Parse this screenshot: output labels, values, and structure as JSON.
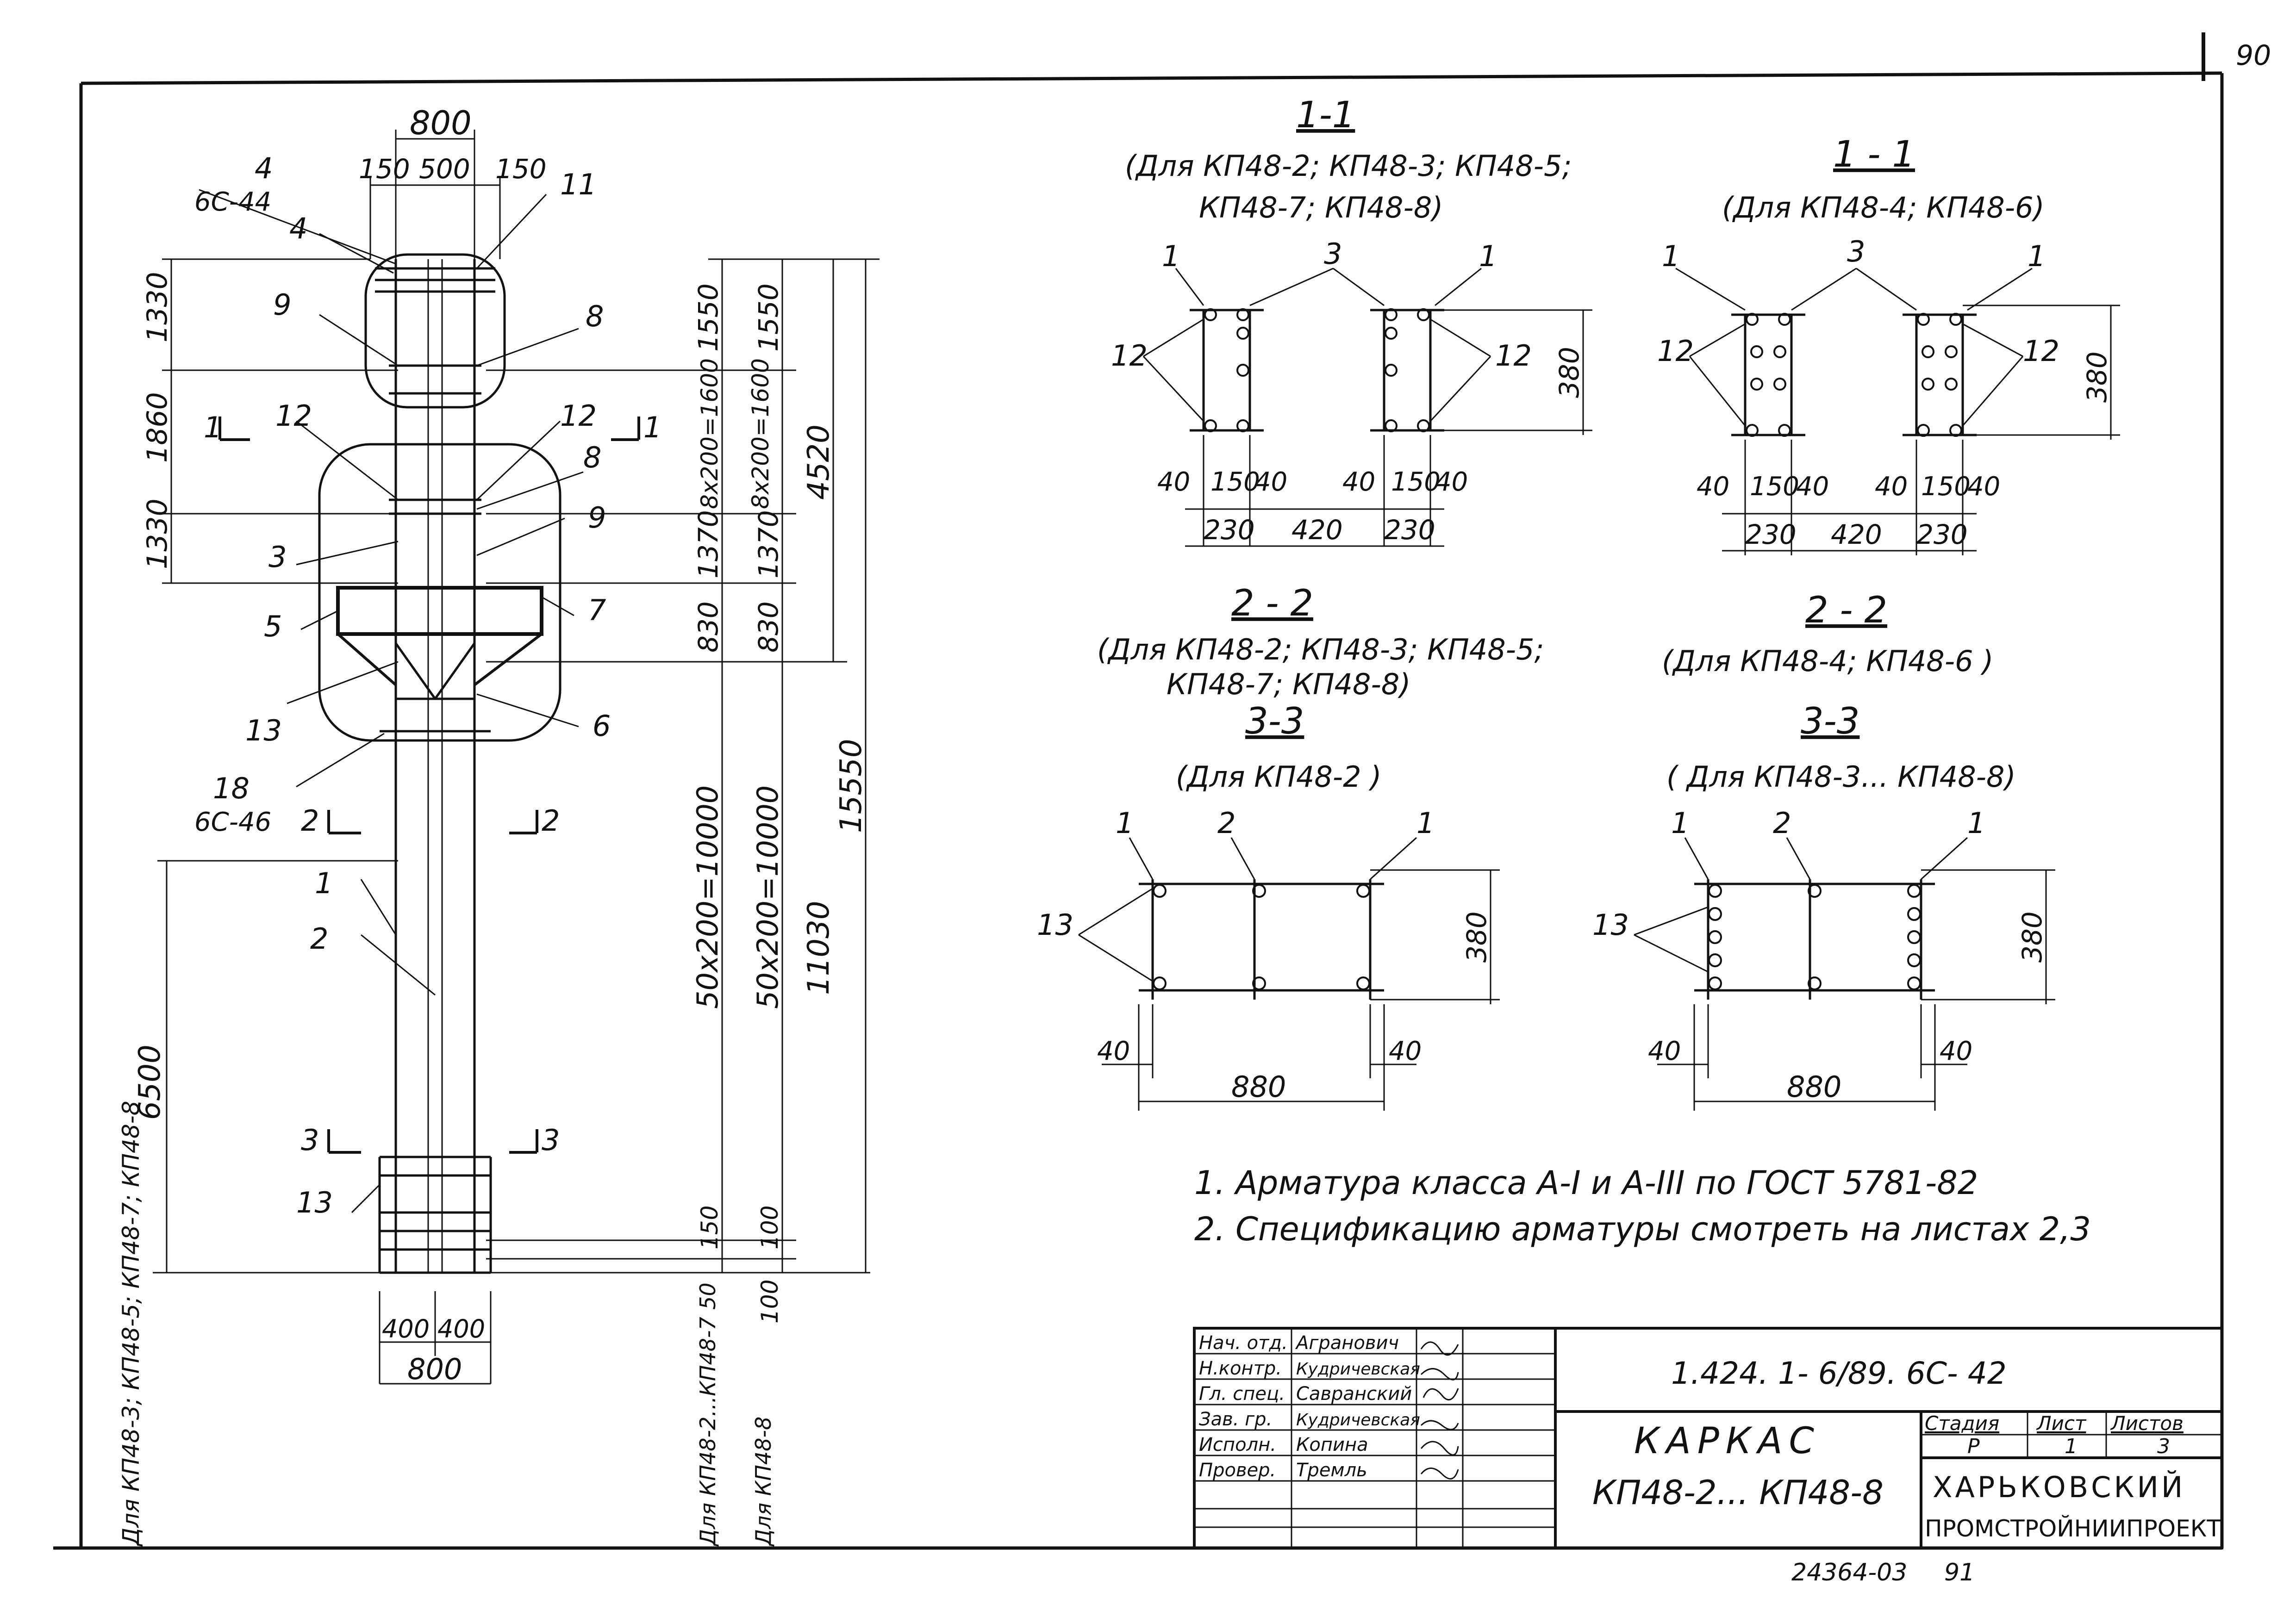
{
  "sheet_no": "90",
  "stamp_no": "24364-03",
  "stamp_page": "91",
  "elevation": {
    "top_width": "800",
    "top_parts": [
      "150",
      "500",
      "150"
    ],
    "left_dims": [
      "1330",
      "1860",
      "1330",
      "6500"
    ],
    "mid_dims": [
      "1550",
      "8x200=1600",
      "1370",
      "830",
      "50x200=10000",
      "150"
    ],
    "mid2_dims": [
      "1550",
      "8x200=1600",
      "1370",
      "830",
      "50x200=10000",
      "100",
      "100"
    ],
    "right_dims": [
      "4520",
      "11030",
      "15550"
    ],
    "bottom_parts": [
      "400",
      "400"
    ],
    "bottom_width": "800",
    "callouts": [
      "4",
      "6С-44",
      "4",
      "11",
      "9",
      "8",
      "12",
      "12",
      "8",
      "9",
      "3",
      "5",
      "7",
      "13",
      "6",
      "18",
      "6С-46",
      "1",
      "2",
      "13"
    ],
    "section_marks": [
      "1",
      "1",
      "2",
      "2",
      "3",
      "3"
    ],
    "left_note": "Для КП48-3; КП48-5; КП48-7; КП48-8",
    "mid_note": "Для КП48-2...КП48-7",
    "mid_note2": "50",
    "right_note": "Для КП48-8"
  },
  "sections": {
    "s11a_title": "1-1",
    "s11a_sub1": "(Для КП48-2; КП48-3; КП48-5;",
    "s11a_sub2": "КП48-7; КП48-8)",
    "s11b_title": "1 - 1",
    "s11b_sub": "(Для КП48-4; КП48-6)",
    "s22a_title": "2 - 2",
    "s22a_sub1": "(Для КП48-2; КП48-3; КП48-5;",
    "s22a_sub2": "КП48-7; КП48-8)",
    "s22b_title": "2 - 2",
    "s22b_sub": "(Для КП48-4; КП48-6 )",
    "s33a_title": "3-3",
    "s33a_sub": "(Для КП48-2 )",
    "s33b_title": "3-3",
    "s33b_sub": "( Для КП48-3... КП48-8)",
    "sec1_dims": {
      "h": "380",
      "parts": [
        "40",
        "150",
        "40",
        "40",
        "150",
        "40"
      ],
      "bottom": [
        "230",
        "420",
        "230"
      ]
    },
    "sec1_callouts": [
      "1",
      "3",
      "1",
      "12",
      "12"
    ],
    "sec3_dims": {
      "h": "380",
      "side": [
        "40",
        "40"
      ],
      "width": "880"
    },
    "sec3_callouts": [
      "1",
      "2",
      "1",
      "13"
    ]
  },
  "notes": [
    "1. Арматура класса А-I и А-III по ГОСТ 5781-82",
    "2. Спецификацию арматуры смотреть на листах 2,3"
  ],
  "title_block": {
    "doc_code": "1.424. 1- 6/89. 6С- 42",
    "roles": [
      "Нач. отд.",
      "Н.контр.",
      "Гл. спец.",
      "Зав. гр.",
      "Исполн.",
      "Провер."
    ],
    "names": [
      "Агранович",
      "Кудричевская",
      "Савранский",
      "Кудричевская",
      "Копина",
      "Тремль"
    ],
    "item_title": "КАРКАС",
    "item_sub": "КП48-2... КП48-8",
    "stage_label": "Стадия",
    "sheet_label": "Лист",
    "sheets_label": "Листов",
    "stage": "Р",
    "sheet": "1",
    "sheets": "3",
    "org1": "ХАРЬКОВСКИЙ",
    "org2": "ПРОМСТРОЙНИИПРОЕКТ"
  }
}
